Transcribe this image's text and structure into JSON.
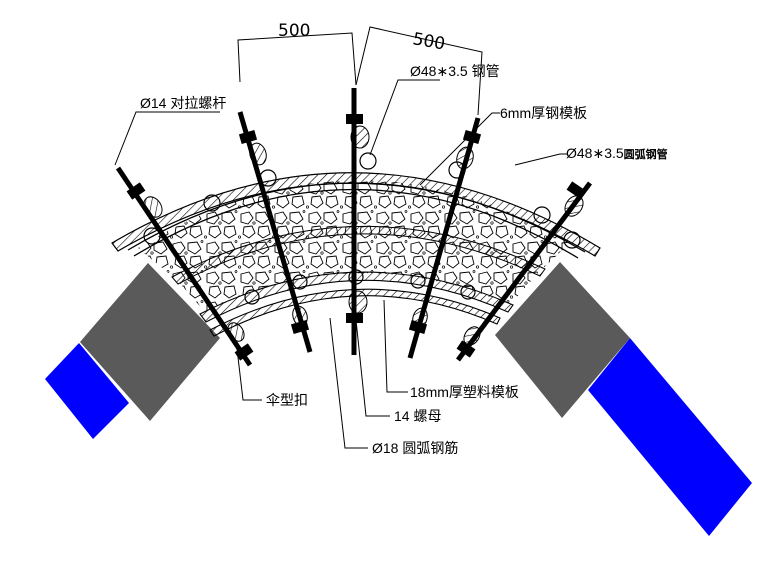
{
  "dimensions": {
    "left": "500",
    "right": "500"
  },
  "labels": {
    "tie_rod": "Ø14 对拉螺杆",
    "steel_pipe_prefix": "Ø48",
    "steel_pipe_star": "∗",
    "steel_pipe_size": "3.5",
    "steel_pipe_suffix": "钢管",
    "steel_formwork": "6mm厚钢模板",
    "arc_pipe_prefix": "Ø48",
    "arc_pipe_star": "∗",
    "arc_pipe_size": "3.5",
    "arc_pipe_suffix": "圆弧钢管",
    "umbrella_clip": "伞型扣",
    "plastic_formwork": "18mm厚塑料模板",
    "nut": "14 螺母",
    "arc_rebar": "Ø18 圆弧钢筋"
  },
  "colors": {
    "support_gray": "#5a5a5a",
    "support_blue": "#0000ff",
    "line": "#000000"
  }
}
